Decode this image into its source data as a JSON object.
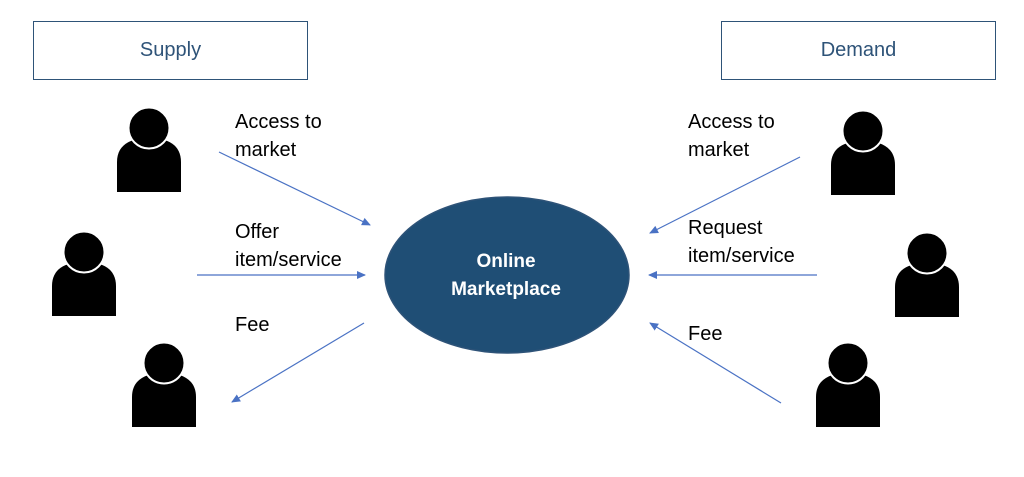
{
  "supply": {
    "title": "Supply"
  },
  "demand": {
    "title": "Demand"
  },
  "center": {
    "line1": "Online",
    "line2": "Marketplace"
  },
  "supply_flows": {
    "access": {
      "line1": "Access to",
      "line2": "market"
    },
    "offer": {
      "line1": "Offer",
      "line2": "item/service"
    },
    "fee": {
      "line1": "Fee"
    }
  },
  "demand_flows": {
    "access": {
      "line1": "Access to",
      "line2": "market"
    },
    "request": {
      "line1": "Request",
      "line2": "item/service"
    },
    "fee": {
      "line1": "Fee"
    }
  },
  "colors": {
    "box_border": "#2e5378",
    "box_text": "#2e5378",
    "marketplace_fill": "#1f4e75",
    "marketplace_border": "#2e5378",
    "arrow": "#4a72c4",
    "person": "#000000"
  },
  "icons": [
    "person-icon",
    "arrow"
  ]
}
